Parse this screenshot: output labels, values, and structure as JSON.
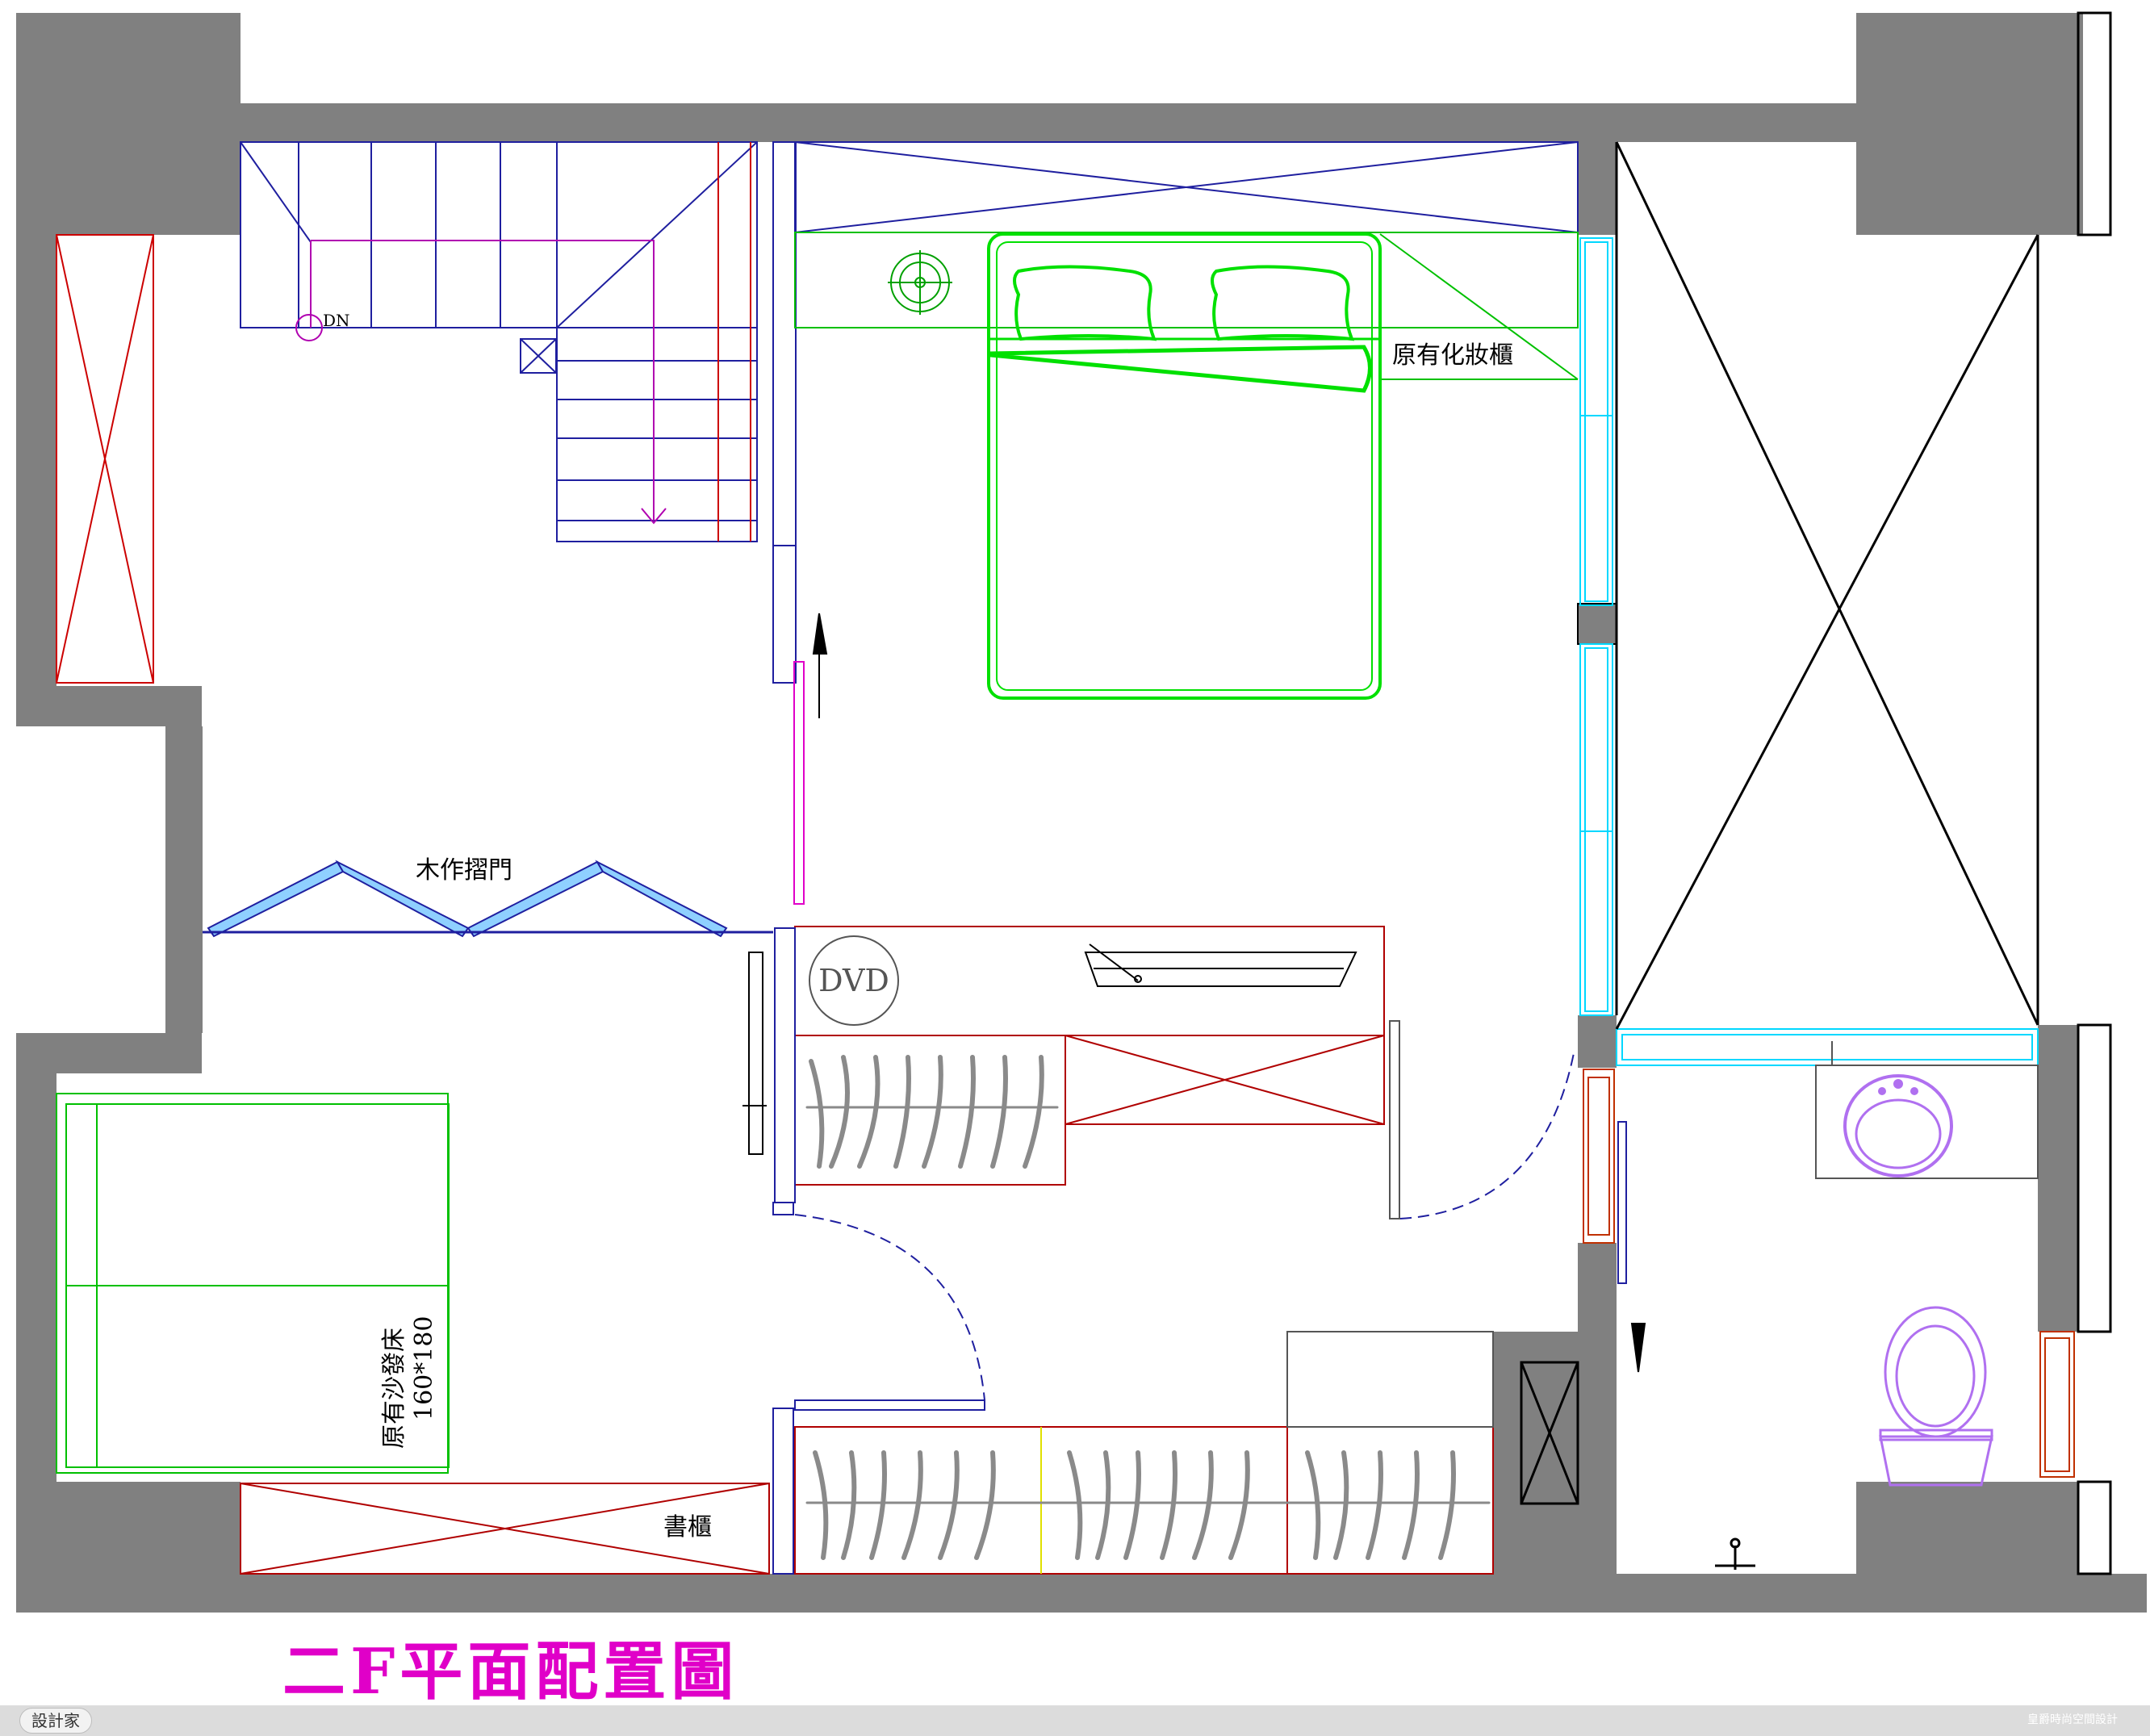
{
  "plan": {
    "title": "二F平面配置圖",
    "labels": {
      "dn": "DN",
      "dresser": "原有化妝櫃",
      "folding_door": "木作摺門",
      "dvd": "DVD",
      "sofa_bed_name": "原有沙發床",
      "sofa_bed_size": "160*180",
      "bookcase": "書櫃"
    }
  },
  "footer": {
    "logo": "設計家",
    "credit": "皇爵時尚空間設計"
  },
  "colors": {
    "wall": "#808080",
    "stair": "#1f1f9f",
    "bed": "#00e000",
    "cabinet": "#b00000",
    "glass": "#00d8ff",
    "fixture": "#b070f0",
    "title": "#e000c8"
  }
}
